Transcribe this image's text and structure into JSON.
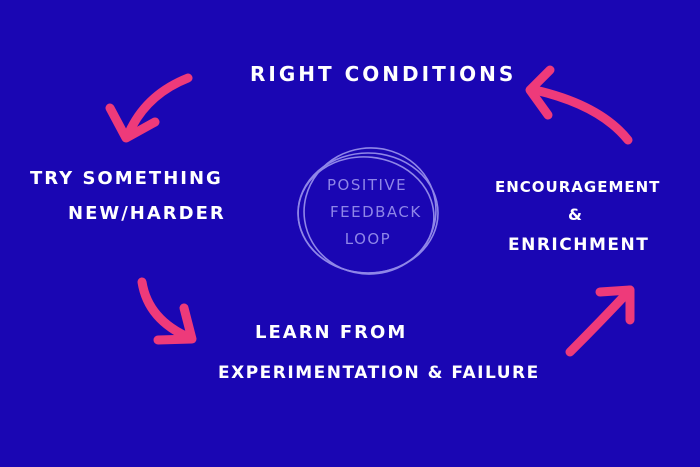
{
  "diagram": {
    "center": {
      "line1": "POSITIVE",
      "line2": "FEEDBACK",
      "line3": "LOOP"
    },
    "nodes": {
      "top": "RIGHT CONDITIONS",
      "left_line1": "TRY SOMETHING",
      "left_line2": "NEW/HARDER",
      "bottom_line1": "LEARN FROM",
      "bottom_line2": "EXPERIMENTATION & FAILURE",
      "right_line1": "ENCOURAGEMENT",
      "right_line2": "&",
      "right_line3": "ENRICHMENT"
    },
    "colors": {
      "background": "#1a06b3",
      "text": "#ffffff",
      "arrow": "#ee3a7a",
      "center": "#8f86e8"
    }
  }
}
